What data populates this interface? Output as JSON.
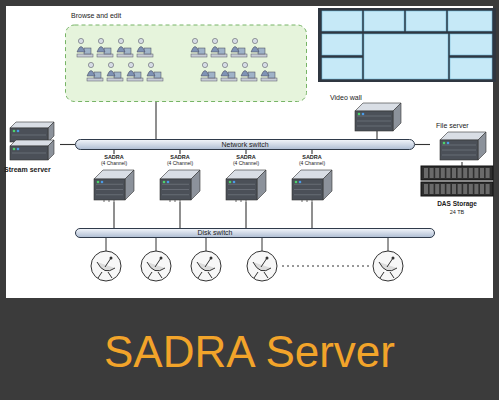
{
  "diagram": {
    "title": "SADRA Server",
    "nodes": [
      {
        "text": [
          "Browse and edit"
        ]
      },
      {
        "text": [
          "Video wall"
        ]
      },
      {
        "text": [
          "Stream server"
        ]
      },
      {
        "text": [
          "Network switch"
        ]
      },
      {
        "text": [
          "File server"
        ]
      },
      {
        "text": [
          "SADRA",
          "(4 Channel)"
        ]
      },
      {
        "text": [
          "SADRA",
          "(4 Channel)"
        ]
      },
      {
        "text": [
          "SADRA",
          "(4 Channel)"
        ]
      },
      {
        "text": [
          "SADRA",
          "(4 Channel)"
        ]
      },
      {
        "text": [
          "DAS Storage",
          "24 TB"
        ]
      },
      {
        "text": [
          "Disk switch"
        ]
      }
    ],
    "edges": [
      {
        "from": 0,
        "to": 3,
        "arrow": "none"
      },
      {
        "from": 1,
        "to": 3,
        "arrow": "none"
      },
      {
        "from": 2,
        "to": 3,
        "arrow": "none"
      },
      {
        "from": 4,
        "to": 3,
        "arrow": "none"
      },
      {
        "from": 4,
        "to": 9,
        "arrow": "none"
      },
      {
        "from": 5,
        "to": 3,
        "arrow": "none"
      },
      {
        "from": 6,
        "to": 3,
        "arrow": "none"
      },
      {
        "from": 7,
        "to": 3,
        "arrow": "none"
      },
      {
        "from": 8,
        "to": 3,
        "arrow": "none"
      },
      {
        "from": 5,
        "to": 10,
        "arrow": "none"
      },
      {
        "from": 6,
        "to": 10,
        "arrow": "none"
      },
      {
        "from": 7,
        "to": 10,
        "arrow": "none"
      },
      {
        "from": 8,
        "to": 10,
        "arrow": "none"
      }
    ]
  }
}
